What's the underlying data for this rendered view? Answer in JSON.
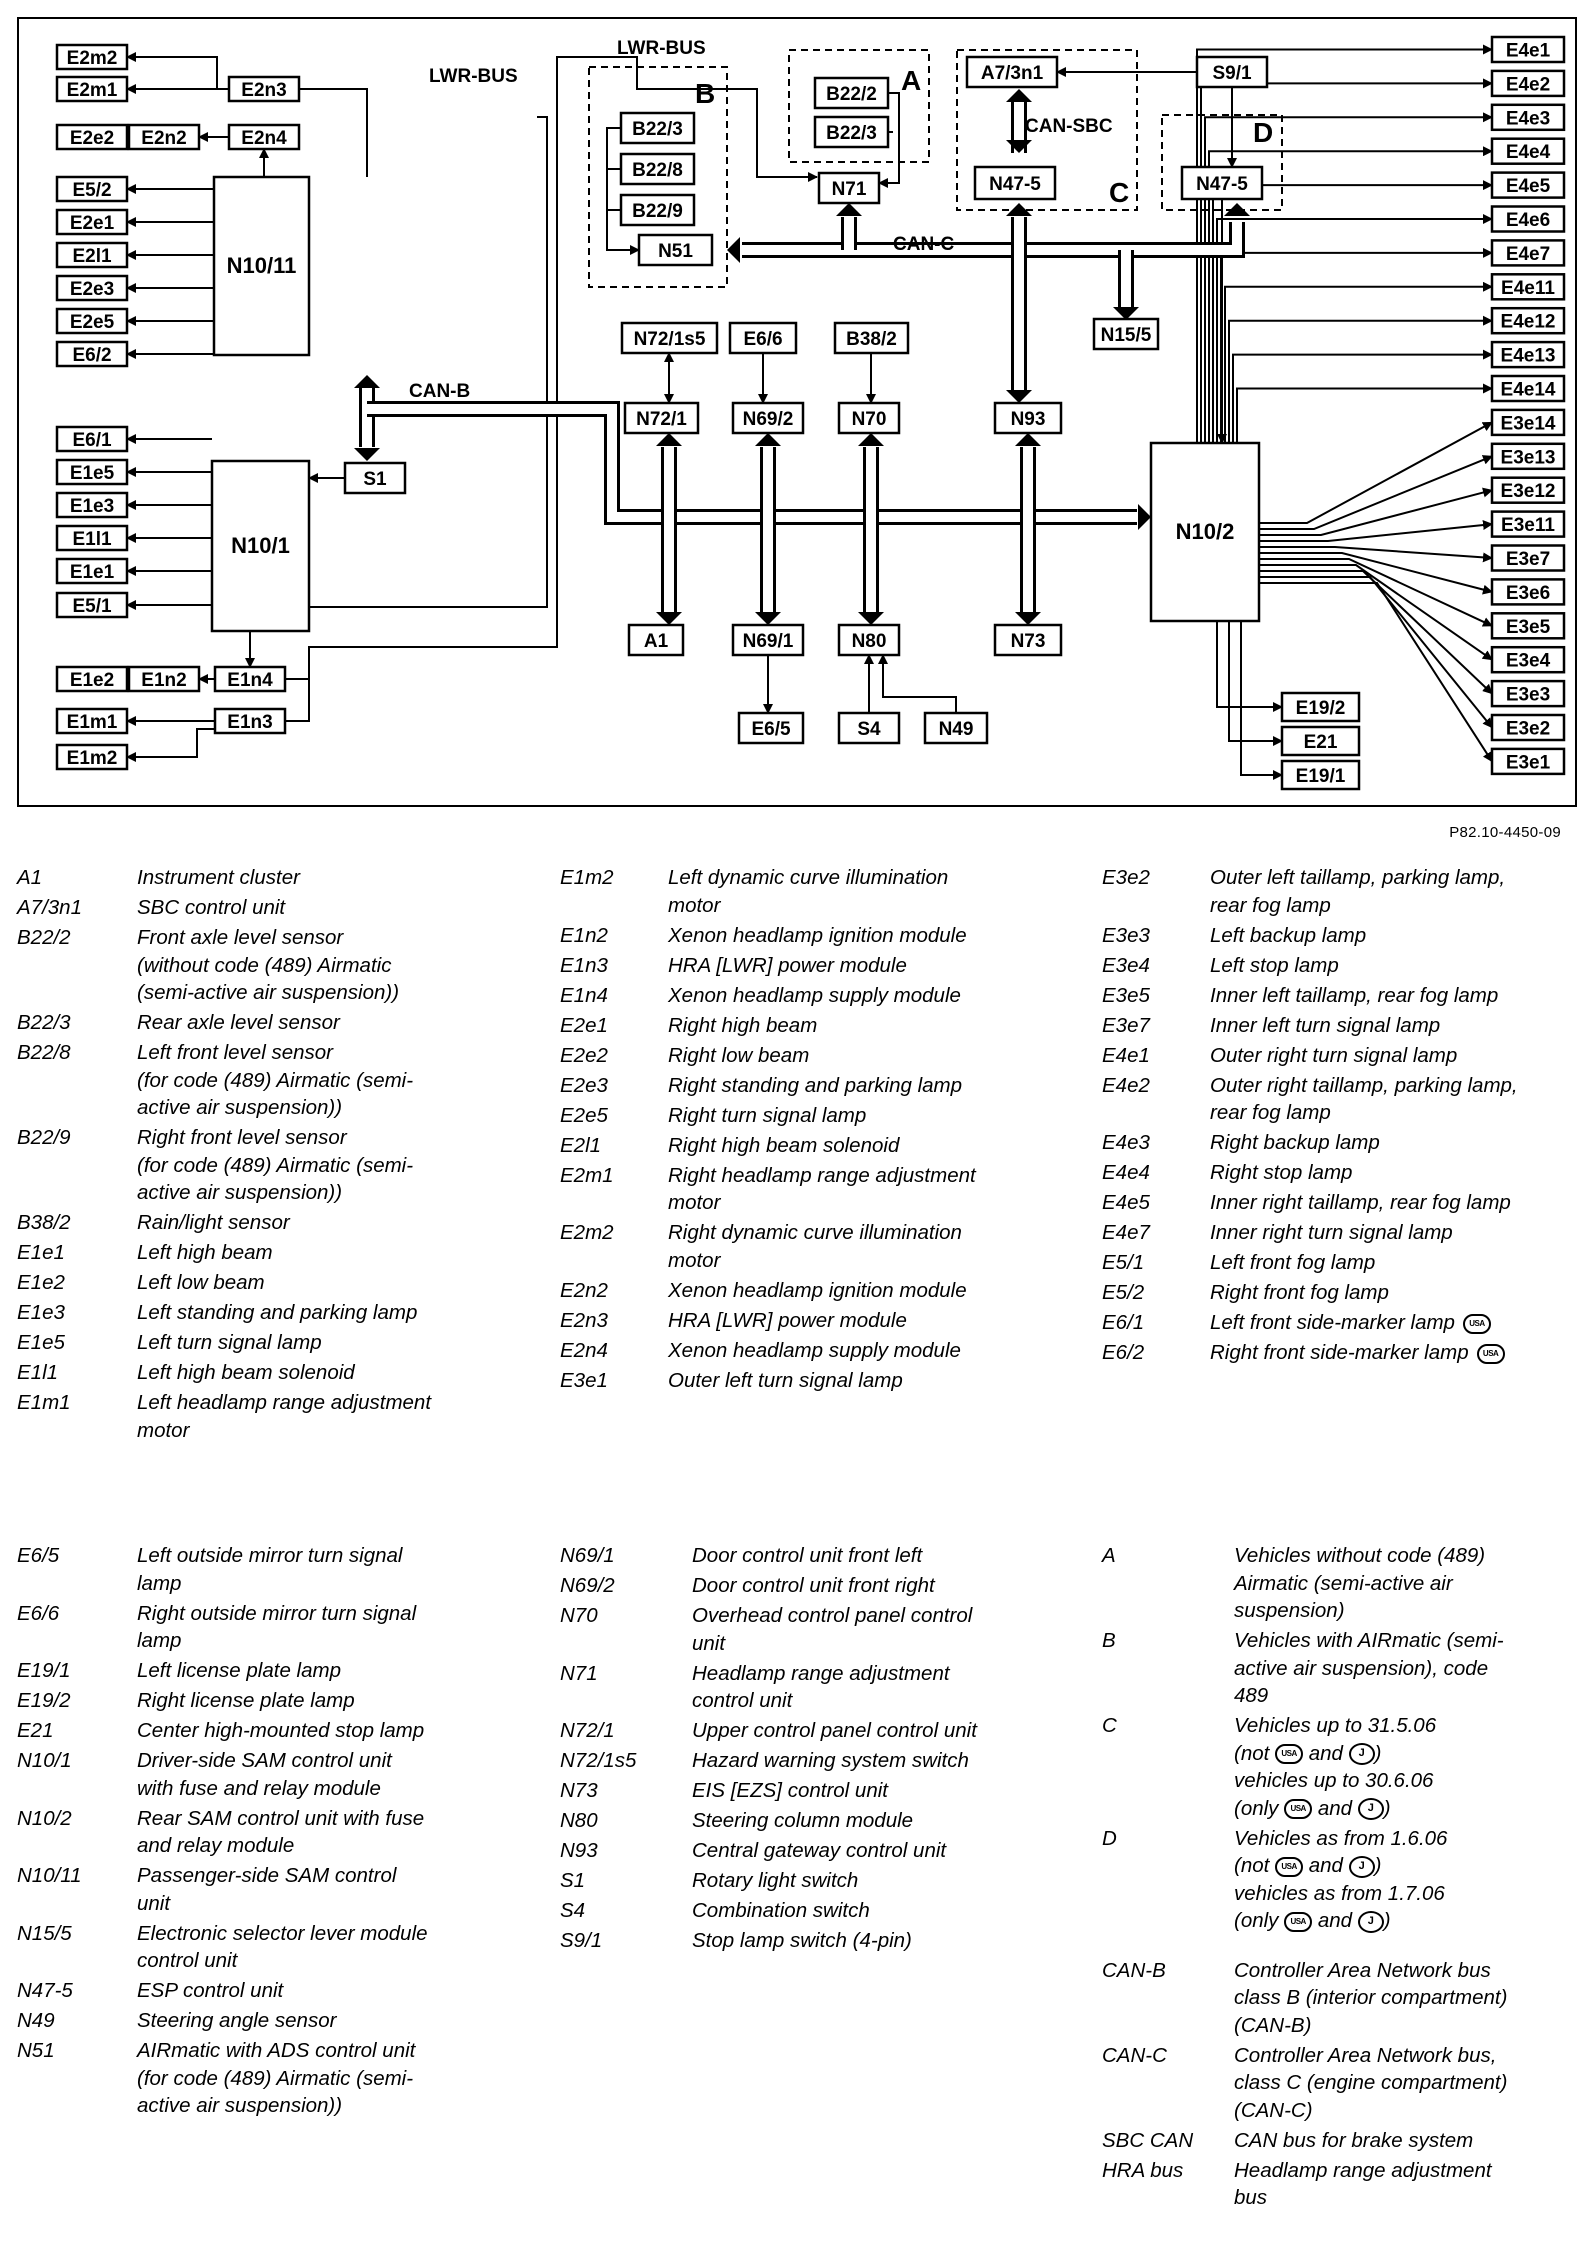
{
  "figure_ref": "P82.10-4450-09",
  "diagram": {
    "bus_labels": {
      "lwr_top": "LWR-BUS",
      "lwr_left": "LWR-BUS",
      "can_b": "CAN-B",
      "can_c": "CAN-C",
      "can_sbc": "CAN-SBC"
    },
    "group_labels": {
      "a": "A",
      "b": "B",
      "c": "C",
      "d": "D"
    },
    "boxes": {
      "E2m2": "E2m2",
      "E2m1": "E2m1",
      "E2n3": "E2n3",
      "E2e2": "E2e2",
      "E2n2": "E2n2",
      "E2n4": "E2n4",
      "E5_2": "E5/2",
      "E2e1": "E2e1",
      "E2l1": "E2l1",
      "E2e3": "E2e3",
      "E2e5": "E2e5",
      "E6_2": "E6/2",
      "N10_11": "N10/11",
      "E6_1": "E6/1",
      "E1e5": "E1e5",
      "E1e3": "E1e3",
      "E1l1": "E1l1",
      "E1e1": "E1e1",
      "E5_1": "E5/1",
      "N10_1": "N10/1",
      "S1": "S1",
      "E1e2": "E1e2",
      "E1n2": "E1n2",
      "E1n4": "E1n4",
      "E1m1": "E1m1",
      "E1n3": "E1n3",
      "E1m2": "E1m2",
      "B22_3": "B22/3",
      "B22_8": "B22/8",
      "B22_9": "B22/9",
      "N51": "N51",
      "B22_2": "B22/2",
      "B22_3a": "B22/3",
      "N71": "N71",
      "A7_3n1": "A7/3n1",
      "S9_1": "S9/1",
      "N47_5c": "N47-5",
      "N47_5d": "N47-5",
      "N15_5": "N15/5",
      "N72_1s5": "N72/1s5",
      "E6_6": "E6/6",
      "B38_2": "B38/2",
      "N72_1": "N72/1",
      "N69_2": "N69/2",
      "N70": "N70",
      "N93": "N93",
      "A1": "A1",
      "N69_1": "N69/1",
      "N80": "N80",
      "N73": "N73",
      "E6_5": "E6/5",
      "S4": "S4",
      "N49": "N49",
      "N10_2": "N10/2",
      "E19_2": "E19/2",
      "E21": "E21",
      "E19_1": "E19/1",
      "E4e1": "E4e1",
      "E4e2": "E4e2",
      "E4e3": "E4e3",
      "E4e4": "E4e4",
      "E4e5": "E4e5",
      "E4e6": "E4e6",
      "E4e7": "E4e7",
      "E4e11": "E4e11",
      "E4e12": "E4e12",
      "E4e13": "E4e13",
      "E4e14": "E4e14",
      "E3e14": "E3e14",
      "E3e13": "E3e13",
      "E3e12": "E3e12",
      "E3e11": "E3e11",
      "E3e7": "E3e7",
      "E3e6": "E3e6",
      "E3e5": "E3e5",
      "E3e4": "E3e4",
      "E3e3": "E3e3",
      "E3e2": "E3e2",
      "E3e1": "E3e1"
    }
  },
  "symbols": {
    "usa": "USA",
    "j": "J",
    "not": "(not",
    "only": "(only",
    "and": "and"
  },
  "legend": {
    "col1": [
      {
        "code": "A1",
        "desc": "Instrument cluster"
      },
      {
        "code": "A7/3n1",
        "desc": "SBC control unit"
      },
      {
        "code": "B22/2",
        "desc": "Front axle level sensor\n(without code (489) Airmatic\n(semi-active air suspension))"
      },
      {
        "code": "B22/3",
        "desc": "Rear axle level sensor"
      },
      {
        "code": "B22/8",
        "desc": "Left front level sensor\n(for code (489) Airmatic (semi-\nactive air suspension))"
      },
      {
        "code": "B22/9",
        "desc": "Right front level sensor\n(for code (489) Airmatic (semi-\nactive air suspension))"
      },
      {
        "code": "B38/2",
        "desc": "Rain/light sensor"
      },
      {
        "code": "E1e1",
        "desc": "Left high beam"
      },
      {
        "code": "E1e2",
        "desc": "Left low beam"
      },
      {
        "code": "E1e3",
        "desc": "Left standing and parking lamp"
      },
      {
        "code": "E1e5",
        "desc": "Left turn signal lamp"
      },
      {
        "code": "E1l1",
        "desc": "Left high beam solenoid"
      },
      {
        "code": "E1m1",
        "desc": "Left headlamp range adjustment\nmotor"
      }
    ],
    "col2": [
      {
        "code": "E1m2",
        "desc": "Left dynamic curve illumination\nmotor"
      },
      {
        "code": "E1n2",
        "desc": "Xenon headlamp ignition module"
      },
      {
        "code": "E1n3",
        "desc": "HRA [LWR] power module"
      },
      {
        "code": "E1n4",
        "desc": "Xenon headlamp supply module"
      },
      {
        "code": "E2e1",
        "desc": "Right high beam"
      },
      {
        "code": "E2e2",
        "desc": "Right low beam"
      },
      {
        "code": "E2e3",
        "desc": "Right standing and parking lamp"
      },
      {
        "code": "E2e5",
        "desc": "Right turn signal lamp"
      },
      {
        "code": "E2l1",
        "desc": "Right high beam solenoid"
      },
      {
        "code": "E2m1",
        "desc": "Right headlamp range adjustment\nmotor"
      },
      {
        "code": "E2m2",
        "desc": "Right dynamic curve illumination\nmotor"
      },
      {
        "code": "E2n2",
        "desc": "Xenon headlamp ignition module"
      },
      {
        "code": "E2n3",
        "desc": "HRA [LWR] power module"
      },
      {
        "code": "E2n4",
        "desc": "Xenon headlamp supply module"
      },
      {
        "code": "E3e1",
        "desc": "Outer left turn signal lamp"
      }
    ],
    "col3": [
      {
        "code": "E3e2",
        "desc": "Outer left taillamp, parking lamp,\nrear fog lamp"
      },
      {
        "code": "E3e3",
        "desc": "Left backup lamp"
      },
      {
        "code": "E3e4",
        "desc": "Left stop lamp"
      },
      {
        "code": "E3e5",
        "desc": "Inner left taillamp, rear fog lamp"
      },
      {
        "code": "E3e7",
        "desc": "Inner left turn signal lamp"
      },
      {
        "code": "E4e1",
        "desc": "Outer right turn signal lamp"
      },
      {
        "code": "E4e2",
        "desc": "Outer right taillamp, parking lamp,\nrear fog lamp"
      },
      {
        "code": "E4e3",
        "desc": "Right backup lamp"
      },
      {
        "code": "E4e4",
        "desc": "Right stop lamp"
      },
      {
        "code": "E4e5",
        "desc": "Inner right taillamp, rear fog lamp"
      },
      {
        "code": "E4e7",
        "desc": "Inner right turn signal lamp"
      },
      {
        "code": "E5/1",
        "desc": "Left front fog lamp"
      },
      {
        "code": "E5/2",
        "desc": "Right front fog lamp"
      },
      {
        "code": "E6/1",
        "desc": "Left front side-marker lamp",
        "usa": true
      },
      {
        "code": "E6/2",
        "desc": "Right front side-marker lamp",
        "usa": true
      }
    ],
    "col4": [
      {
        "code": "E6/5",
        "desc": "Left outside mirror turn signal\nlamp"
      },
      {
        "code": "E6/6",
        "desc": "Right outside mirror turn signal\nlamp"
      },
      {
        "code": "E19/1",
        "desc": "Left license plate lamp"
      },
      {
        "code": "E19/2",
        "desc": "Right license plate lamp"
      },
      {
        "code": "E21",
        "desc": "Center high-mounted stop lamp"
      },
      {
        "code": "N10/1",
        "desc": "Driver-side SAM control unit\nwith fuse and relay module"
      },
      {
        "code": "N10/2",
        "desc": "Rear SAM control unit with fuse\nand relay module"
      },
      {
        "code": "N10/11",
        "desc": "Passenger-side SAM control\nunit"
      },
      {
        "code": "N15/5",
        "desc": "Electronic selector lever module\ncontrol unit"
      },
      {
        "code": "N47-5",
        "desc": "ESP control unit"
      },
      {
        "code": "N49",
        "desc": "Steering angle sensor"
      },
      {
        "code": "N51",
        "desc": "AIRmatic with ADS control unit\n(for code (489) Airmatic (semi-\nactive air suspension))"
      }
    ],
    "col5": [
      {
        "code": "N69/1",
        "desc": "Door control unit front left"
      },
      {
        "code": "N69/2",
        "desc": "Door control unit front right"
      },
      {
        "code": "N70",
        "desc": "Overhead control panel control\nunit"
      },
      {
        "code": "N71",
        "desc": "Headlamp range adjustment\ncontrol unit"
      },
      {
        "code": "N72/1",
        "desc": "Upper control panel control unit"
      },
      {
        "code": "N72/1s5",
        "desc": "Hazard warning system switch"
      },
      {
        "code": "N73",
        "desc": "EIS [EZS] control unit"
      },
      {
        "code": "N80",
        "desc": "Steering column module"
      },
      {
        "code": "N93",
        "desc": "Central gateway control unit"
      },
      {
        "code": "S1",
        "desc": "Rotary light switch"
      },
      {
        "code": "S4",
        "desc": "Combination switch"
      },
      {
        "code": "S9/1",
        "desc": "Stop lamp switch (4-pin)"
      }
    ],
    "col6": [
      {
        "code": "A",
        "desc": "Vehicles without code (489)\nAirmatic (semi-active air\nsuspension)"
      },
      {
        "code": "B",
        "desc": "Vehicles with AIRmatic (semi-\nactive air suspension), code\n489"
      },
      {
        "code": "C",
        "lines": [
          "Vehicles up to 31.5.06",
          "vehicles up to 30.6.06"
        ]
      },
      {
        "code": "D",
        "lines": [
          "Vehicles as from 1.6.06",
          " vehicles as from 1.7.06"
        ]
      },
      {
        "code": "CAN-B",
        "desc": "Controller Area Network bus\nclass B (interior compartment)\n(CAN-B)"
      },
      {
        "code": "CAN-C",
        "desc": "Controller Area Network bus,\nclass C (engine compartment)\n(CAN-C)"
      },
      {
        "code": "SBC CAN",
        "desc": "CAN bus for brake system"
      },
      {
        "code": "HRA bus",
        "desc": "Headlamp range adjustment\nbus"
      }
    ]
  }
}
